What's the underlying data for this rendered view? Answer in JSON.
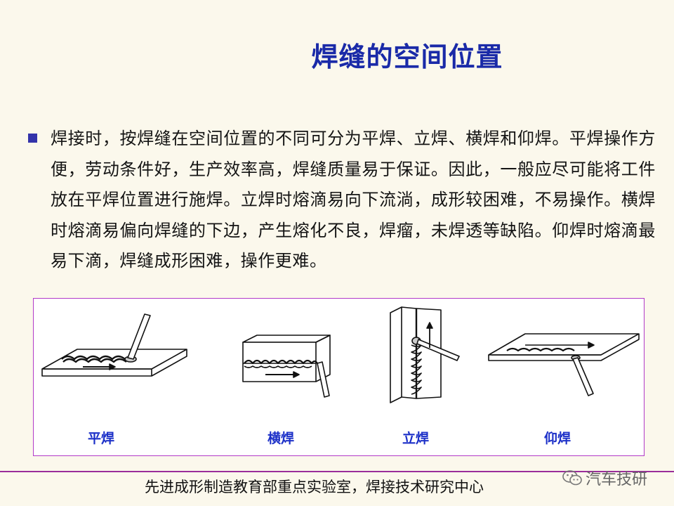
{
  "title": "焊缝的空间位置",
  "body_text": "焊接时，按焊缝在空间位置的不同可分为平焊、立焊、横焊和仰焊。平焊操作方便，劳动条件好，生产效率高，焊缝质量易于保证。因此，一般应尽可能将工件放在平焊位置进行施焊。立焊时熔滴易向下流淌，成形较困难，不易操作。横焊时熔滴易偏向焊缝的下边，产生熔化不良，焊瘤，未焊透等缺陷。仰焊时熔滴最易下滴，焊缝成形困难，操作更难。",
  "figure": {
    "captions": [
      "平焊",
      "横焊",
      "立焊",
      "仰焊"
    ]
  },
  "footer": "先进成形制造教育部重点实验室，焊接技术研究中心",
  "watermark": {
    "text": "汽车技研",
    "icon": "wechat-icon"
  },
  "colors": {
    "title": "#1a2aa8",
    "caption": "#1c30c8",
    "box_border": "#b23ac9",
    "footer_line": "#9a2d9a"
  }
}
